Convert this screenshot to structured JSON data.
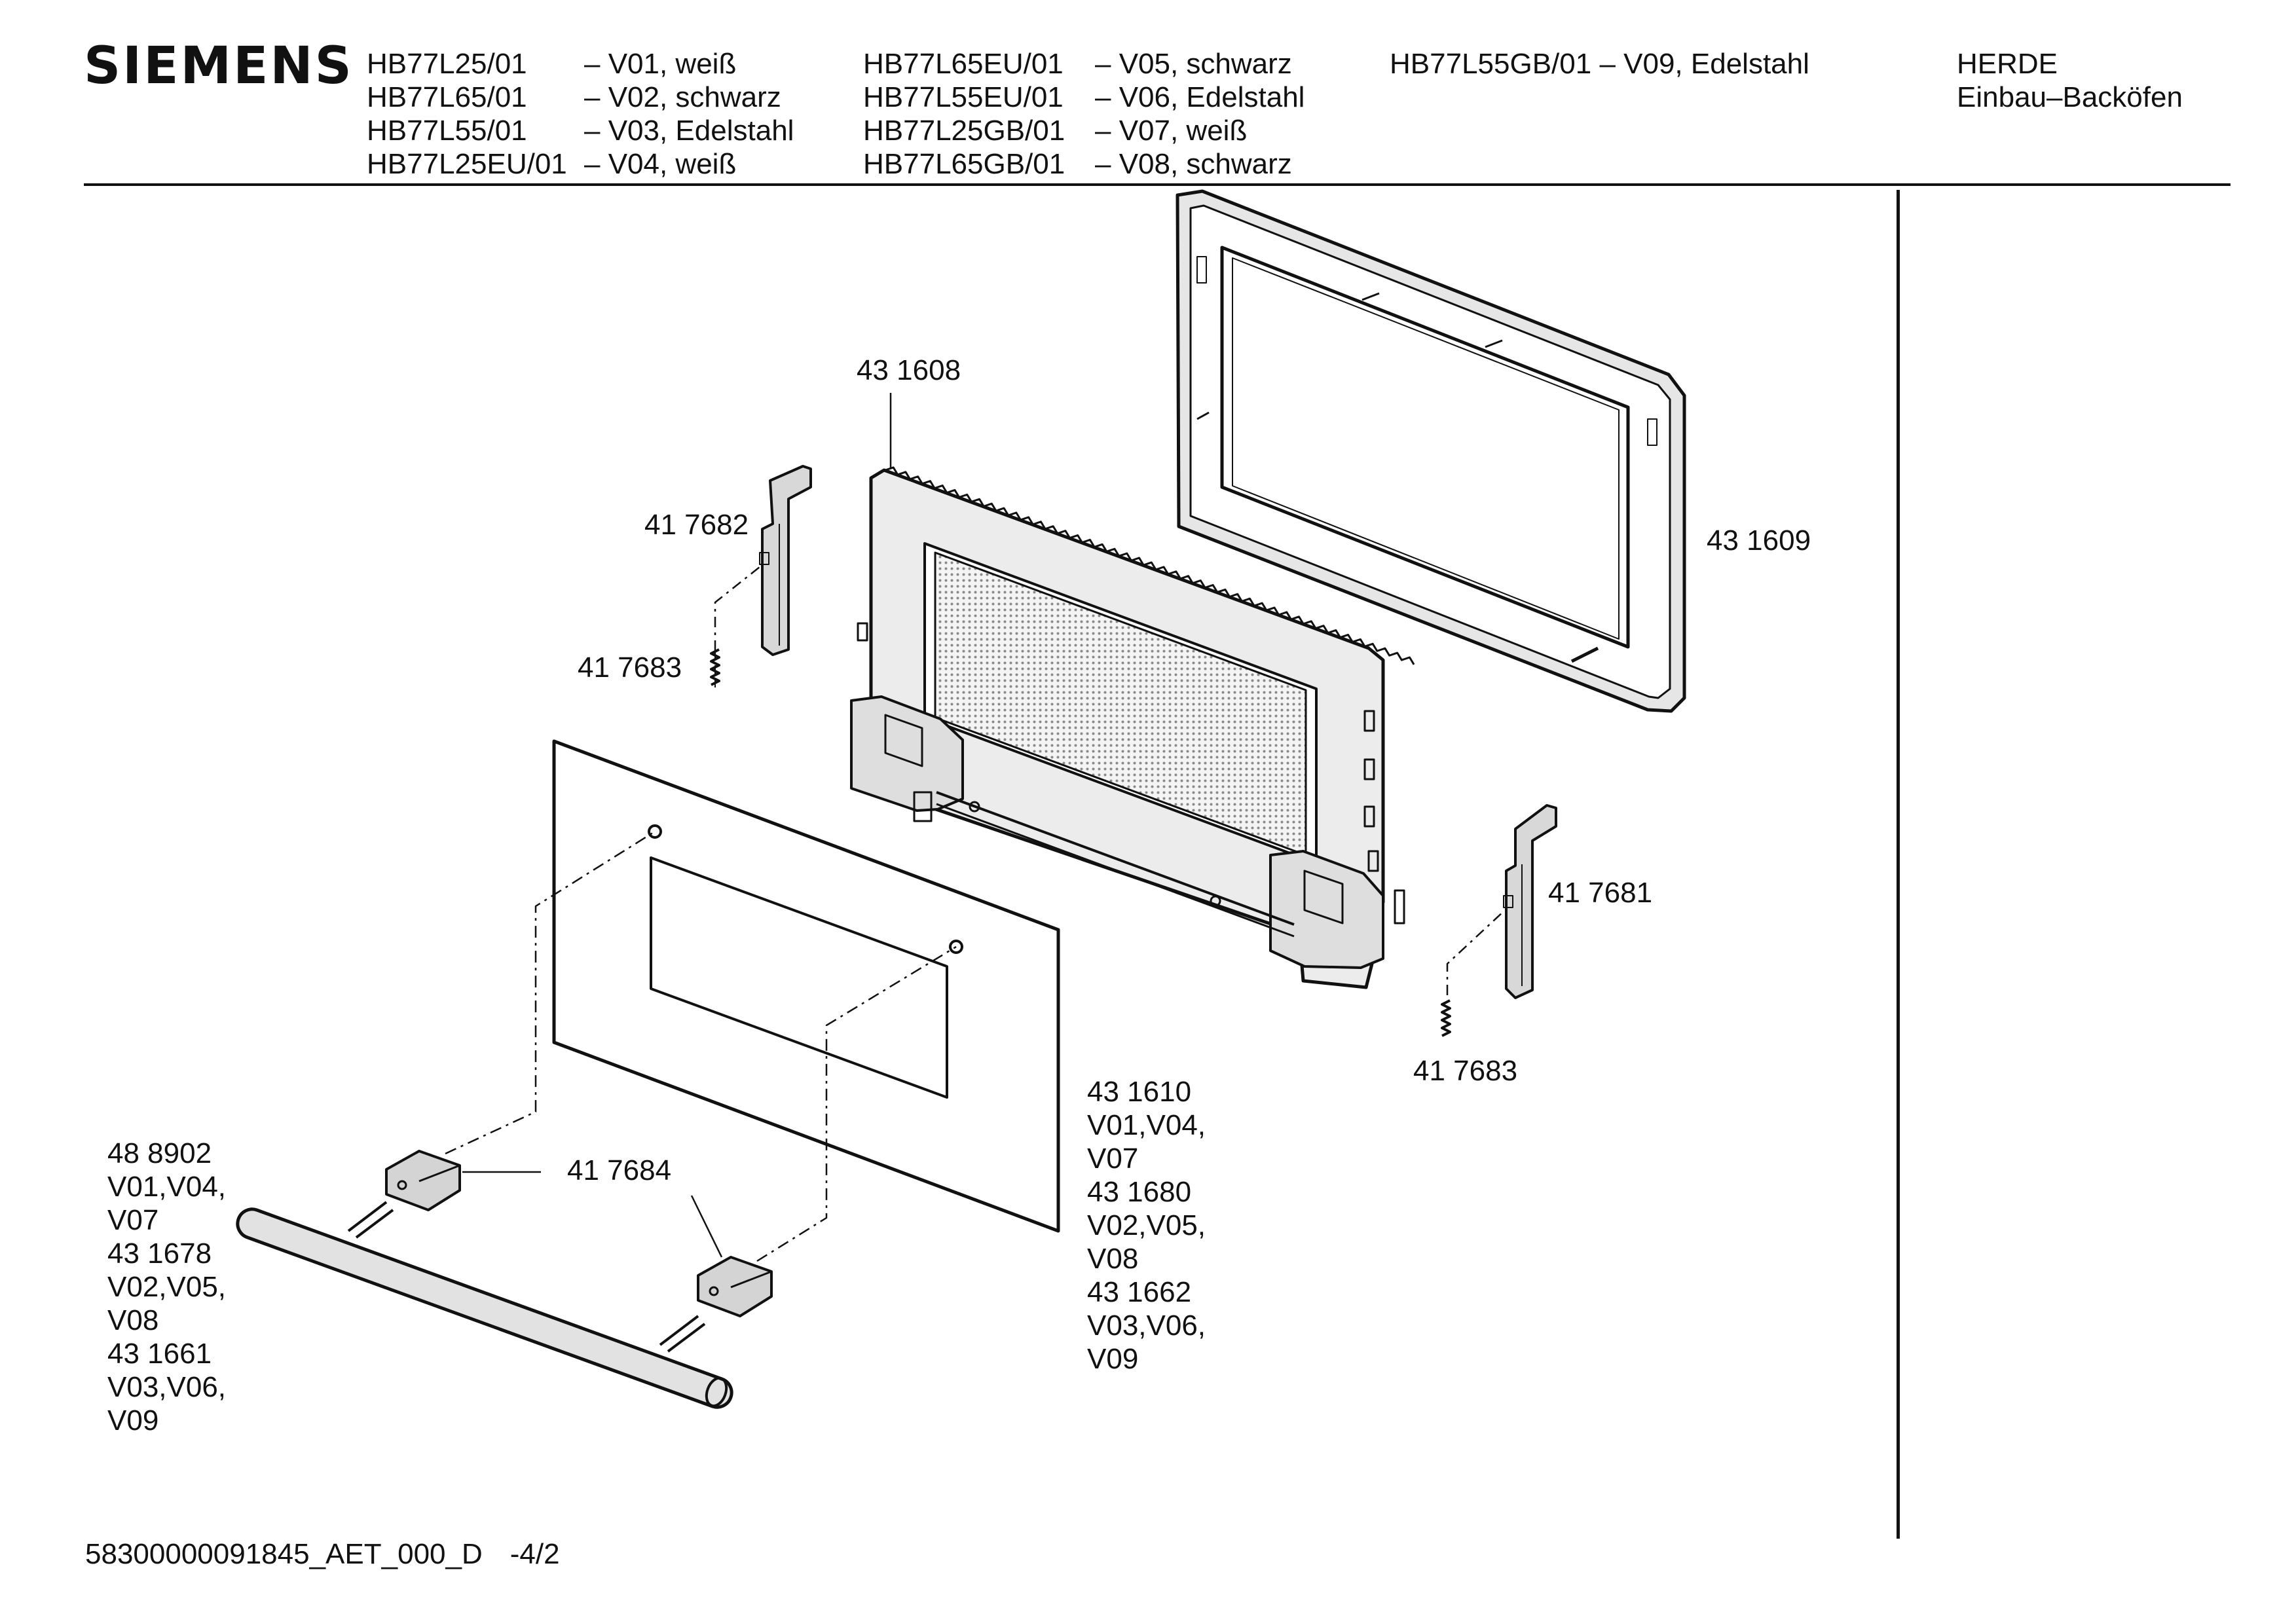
{
  "header": {
    "brand": "SIEMENS",
    "models_col1": [
      "HB77L25/01",
      "HB77L65/01",
      "HB77L55/01",
      "HB77L25EU/01"
    ],
    "variants_col1": [
      "– V01, weiß",
      "– V02, schwarz",
      "– V03, Edelstahl",
      "– V04, weiß"
    ],
    "models_col2": [
      "HB77L65EU/01",
      "HB77L55EU/01",
      "HB77L25GB/01",
      "HB77L65GB/01"
    ],
    "variants_col2": [
      "– V05, schwarz",
      "– V06, Edelstahl",
      "– V07, weiß",
      "– V08, schwarz"
    ],
    "models_col3": [
      "HB77L55GB/01 – V09, Edelstahl"
    ],
    "category": [
      "HERDE",
      "Einbau–Backöfen"
    ]
  },
  "parts": {
    "p431608": "43 1608",
    "p431609": "43 1609",
    "p417682": "41 7682",
    "p417683_left": "41 7683",
    "p417681": "41 7681",
    "p417683_right": "41 7683",
    "p417684": "41 7684",
    "glass_variants": [
      "43 1610",
      "V01,V04,",
      "V07",
      "43 1680",
      "V02,V05,",
      "V08",
      "43 1662",
      "V03,V06,",
      "V09"
    ],
    "handle_variants": [
      "48 8902",
      "V01,V04,",
      "V07",
      "43 1678",
      "V02,V05,",
      "V08",
      "43 1661",
      "V03,V06,",
      "V09"
    ]
  },
  "footer": {
    "doc_id": "58300000091845_AET_000_D",
    "page": "-4/2"
  }
}
